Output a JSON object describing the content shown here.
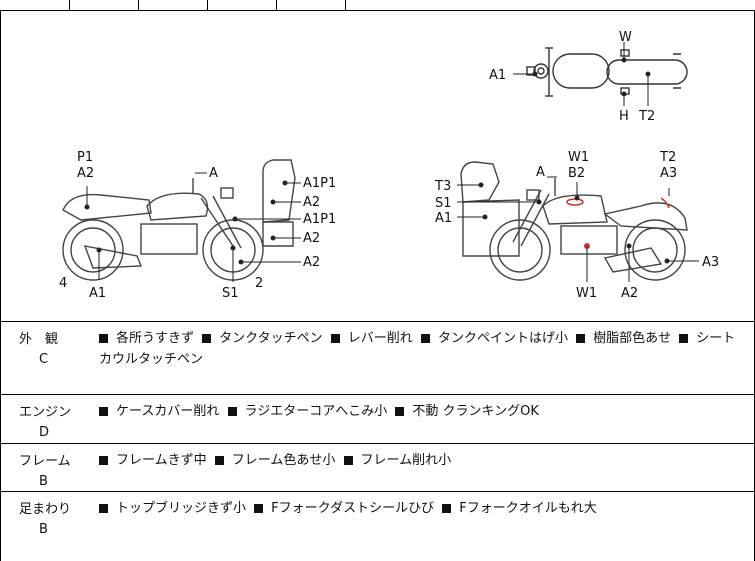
{
  "diagram": {
    "top_view": {
      "labels": [
        "A1",
        "W",
        "H",
        "T2"
      ]
    },
    "left_side": {
      "labels": [
        "P1",
        "A2",
        "A",
        "A1P1",
        "A2",
        "A1P1",
        "A2",
        "A2",
        "4",
        "A1",
        "S1",
        "2"
      ]
    },
    "right_side": {
      "labels": [
        "A",
        "W1",
        "B2",
        "T2",
        "A3",
        "T3",
        "S1",
        "A1",
        "A3",
        "W1",
        "A2"
      ]
    }
  },
  "rows": [
    {
      "category": "外　観",
      "grade": "C",
      "items": [
        "各所うすきず",
        "タンクタッチペン",
        "レバー削れ",
        "タンクペイントはげ小",
        "樹脂部色あせ",
        "シート"
      ],
      "continuation": "カウルタッチペン"
    },
    {
      "category": "エンジン",
      "grade": "D",
      "items": [
        "ケースカバー削れ",
        "ラジエターコアへこみ小",
        "不動 クランキングOK"
      ],
      "continuation": ""
    },
    {
      "category": "フレーム",
      "grade": "B",
      "items": [
        "フレームきず中",
        "フレーム色あせ小",
        "フレーム削れ小"
      ],
      "continuation": ""
    },
    {
      "category": "足まわり",
      "grade": "B",
      "items": [
        "トップブリッジきず小",
        "Fフォークダストシールひび",
        "Fフォークオイルもれ大"
      ],
      "continuation": ""
    }
  ]
}
